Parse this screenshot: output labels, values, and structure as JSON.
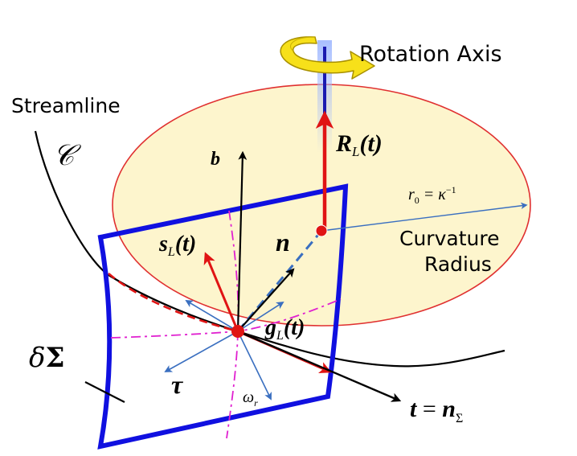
{
  "labels": {
    "rotation_axis": "Rotation Axis",
    "streamline": "Streamline",
    "curve_symbol": "𝒞",
    "b": "b",
    "R_main": "R",
    "R_sub": "L",
    "R_arg": "(t)",
    "r0_main": "r",
    "r0_sub": "0",
    "r0_eq": " = κ",
    "r0_sup": "−1",
    "curvature_line1": "Curvature",
    "curvature_line2": "Radius",
    "s_main": "s",
    "s_sub": "L",
    "s_arg": "(t)",
    "n": "n",
    "g_main": "g",
    "g_sub": "L",
    "g_arg": "(t)",
    "delta_sigma_d": "δ",
    "delta_sigma_S": "Σ",
    "tau": "τ",
    "omega_main": "ω",
    "omega_sub": "r",
    "t_main": "t",
    "t_eq": " = ",
    "t_n": "n",
    "t_sub": "Σ"
  },
  "colors": {
    "surface_blue": "#1010e0",
    "ellipse_fill": "#fdf5cd",
    "ellipse_stroke": "#e03030",
    "red": "#e01414",
    "black": "#000000",
    "magenta": "#e020d0",
    "vector_blue": "#3a6fc0",
    "arrow_yellow": "#f7e01a",
    "arrow_yellow_edge": "#a89000"
  }
}
